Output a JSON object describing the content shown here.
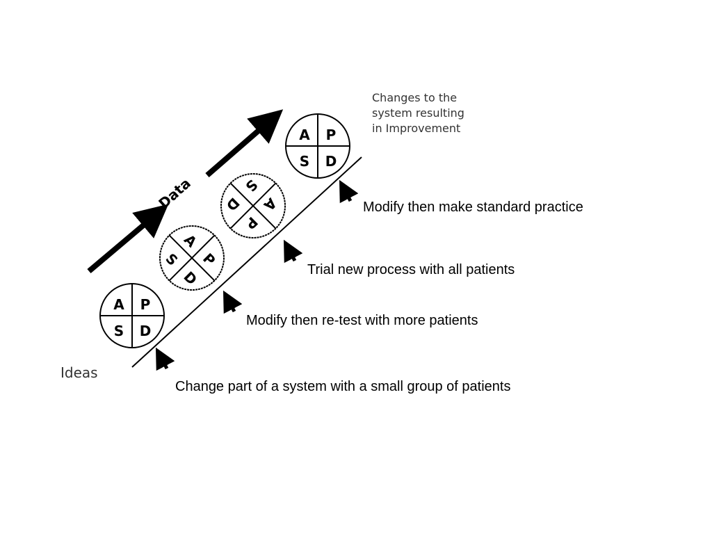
{
  "diagram": {
    "top_note": {
      "line1": "Changes to the",
      "line2": "system resulting",
      "line3": "in Improvement"
    },
    "ideas_label": "Ideas",
    "data_label": "Data",
    "cycle_letters": {
      "a": "A",
      "p": "P",
      "s": "S",
      "d": "D"
    },
    "steps": [
      "Change part of a system with a small group of patients",
      "Modify then re-test with more patients",
      "Trial new process with all patients",
      "Modify then make standard practice"
    ],
    "colors": {
      "ink": "#000000",
      "note_text": "#333333",
      "background": "#ffffff"
    }
  }
}
